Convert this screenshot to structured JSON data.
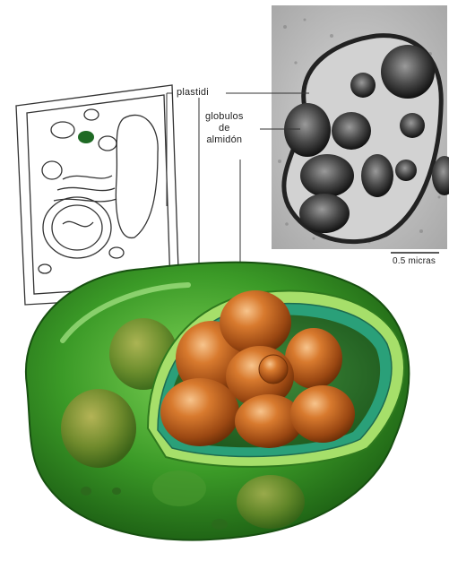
{
  "labels": {
    "plastid": "plastidi",
    "globules_line1": "globulos",
    "globules_line2": "de",
    "globules_line3": "almidón",
    "scale": "0.5 micras"
  },
  "colors": {
    "plastid_green": "#3f9a2a",
    "starch_orange": "#c8621e",
    "micrograph_gray": "#bdbdbd"
  }
}
